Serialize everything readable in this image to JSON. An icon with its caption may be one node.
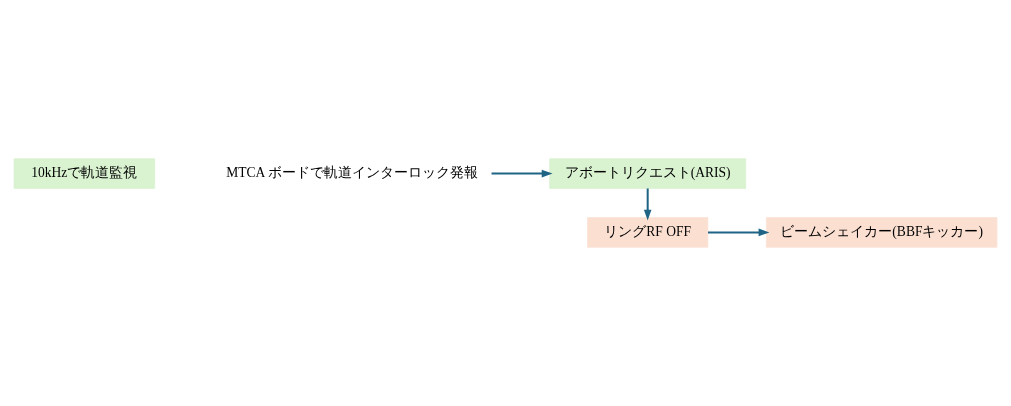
{
  "diagram": {
    "nodes": [
      {
        "text": [
          "10kHzで軌道監視"
        ]
      },
      {
        "text": [
          "MTCA ボードで軌道インターロック発報"
        ]
      },
      {
        "text": [
          "アボートリクエスト(ARIS)"
        ]
      },
      {
        "text": [
          "リングRF OFF"
        ]
      },
      {
        "text": [
          "ビームシェイカー(BBFキッカー)"
        ]
      }
    ],
    "edges": [
      {
        "from": 1,
        "to": 2,
        "arrow": "to"
      },
      {
        "from": 2,
        "to": 3,
        "arrow": "to"
      },
      {
        "from": 3,
        "to": 4,
        "arrow": "to"
      }
    ]
  }
}
